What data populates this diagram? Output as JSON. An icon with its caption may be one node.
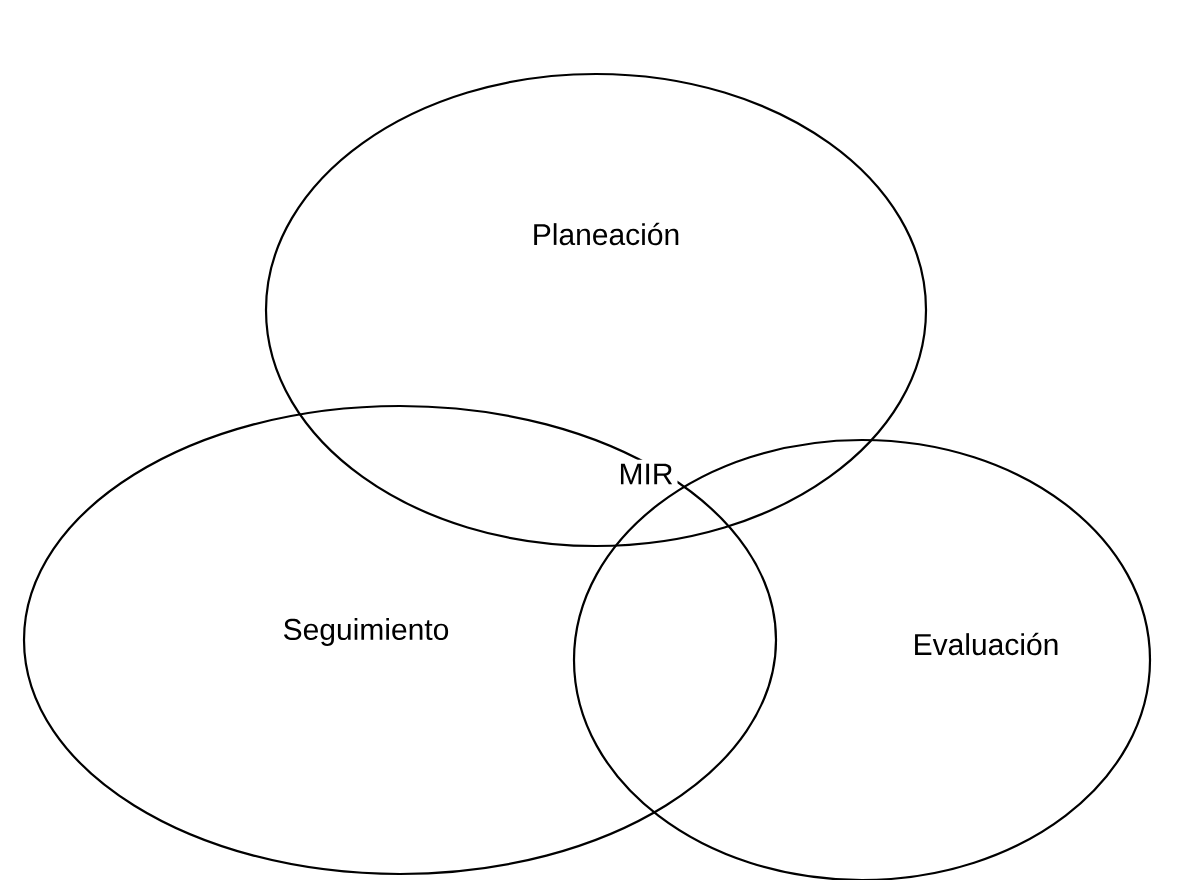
{
  "diagram": {
    "nodes": [
      {
        "text": [
          "Planeación"
        ]
      },
      {
        "text": [
          "Seguimiento"
        ]
      },
      {
        "text": [
          "Evaluación"
        ]
      }
    ],
    "labels": [
      "MIR"
    ]
  }
}
